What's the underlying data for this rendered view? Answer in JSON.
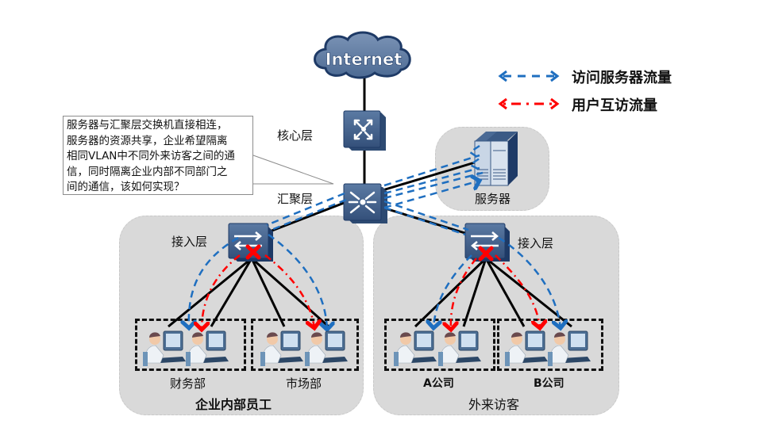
{
  "title": "服务器与VLAN隔离组网示意",
  "cloud": {
    "label": "Internet"
  },
  "legend": [
    {
      "label": "访问服务器流量",
      "color": "#1f6fc0",
      "style": "dashed"
    },
    {
      "label": "用户互访流量",
      "color": "#ff0000",
      "style": "dash-dot"
    }
  ],
  "callout": {
    "lines": [
      "服务器与汇聚层交换机直接相连，",
      "服务器的资源共享，企业希望隔离",
      "相同VLAN中不同外来访客之间的通",
      "信，同时隔离企业内部不同部门之",
      "间的通信，该如何实现？"
    ]
  },
  "layers": {
    "core": "核心层",
    "aggregation": "汇聚层",
    "access_left": "接入层",
    "access_right": "接入层"
  },
  "server": {
    "label": "服务器"
  },
  "groups": {
    "left": {
      "label": "企业内部员工",
      "departments": [
        "财务部",
        "市场部"
      ]
    },
    "right": {
      "label": "外来访客",
      "departments": [
        "A公司",
        "B公司"
      ]
    }
  },
  "colors": {
    "server_traffic": "#1f6fc0",
    "user_traffic": "#ff0000",
    "device_blue": "#3d5a80",
    "zone_gray": "#d9d9d9"
  }
}
